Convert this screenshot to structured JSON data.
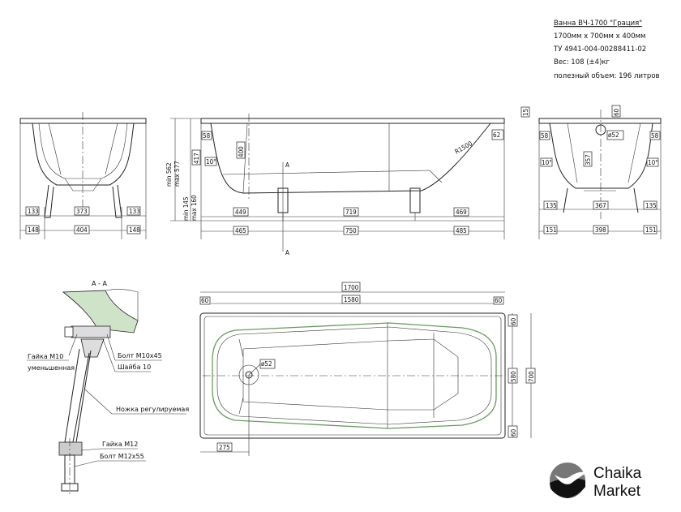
{
  "title_block": {
    "name": "Ванна ВЧ-1700 \"Грация\"",
    "size": "1700мм x 700мм x 400мм",
    "spec": "ТУ 4941-004-00288411-02",
    "weight": "Вес: 108 (±4)кг",
    "volume": "полезный объем: 196 литров"
  },
  "front_view": {
    "dims_row1": [
      "133",
      "373",
      "133"
    ],
    "dims_row2": [
      "148",
      "404",
      "148"
    ]
  },
  "side_view": {
    "height_total": "min 562",
    "height_total_max": "max 577",
    "height_417": "417",
    "leg_min": "min 145",
    "leg_max": "max 160",
    "depth": "400",
    "rim": "58",
    "angle": "10°",
    "radius": "R1500",
    "rim_right": "62",
    "dims_row1": [
      "449",
      "719",
      "469"
    ],
    "dims_row2": [
      "465",
      "750",
      "485"
    ],
    "section_mark": "A"
  },
  "end_view": {
    "top_15": "15",
    "top_60": "60",
    "drain": "ø52",
    "depth": "357",
    "rim_left": "58",
    "rim_right": "58",
    "angle_left": "10°",
    "angle_right": "10°",
    "dims_row1": [
      "135",
      "367",
      "135"
    ],
    "dims_row2": [
      "151",
      "398",
      "151"
    ]
  },
  "top_view": {
    "length": "1700",
    "inner_length": "1580",
    "margin_left": "60",
    "margin_right": "60",
    "width": "700",
    "inner_width": "580",
    "margin_top": "60",
    "margin_bottom": "60",
    "drain": "ø52",
    "drain_offset": "275"
  },
  "section": {
    "title": "А - А",
    "nut_m10": "Гайка М10",
    "nut_m10_sub": "уменьшенная",
    "bolt_m10": "Болт М10х45",
    "washer": "Шайба 10",
    "leg": "Ножка регулируемая",
    "nut_m12": "Гайка М12",
    "bolt_m12": "Болт М12х55"
  },
  "logo": {
    "line1": "Chaika",
    "line2": "Market"
  }
}
